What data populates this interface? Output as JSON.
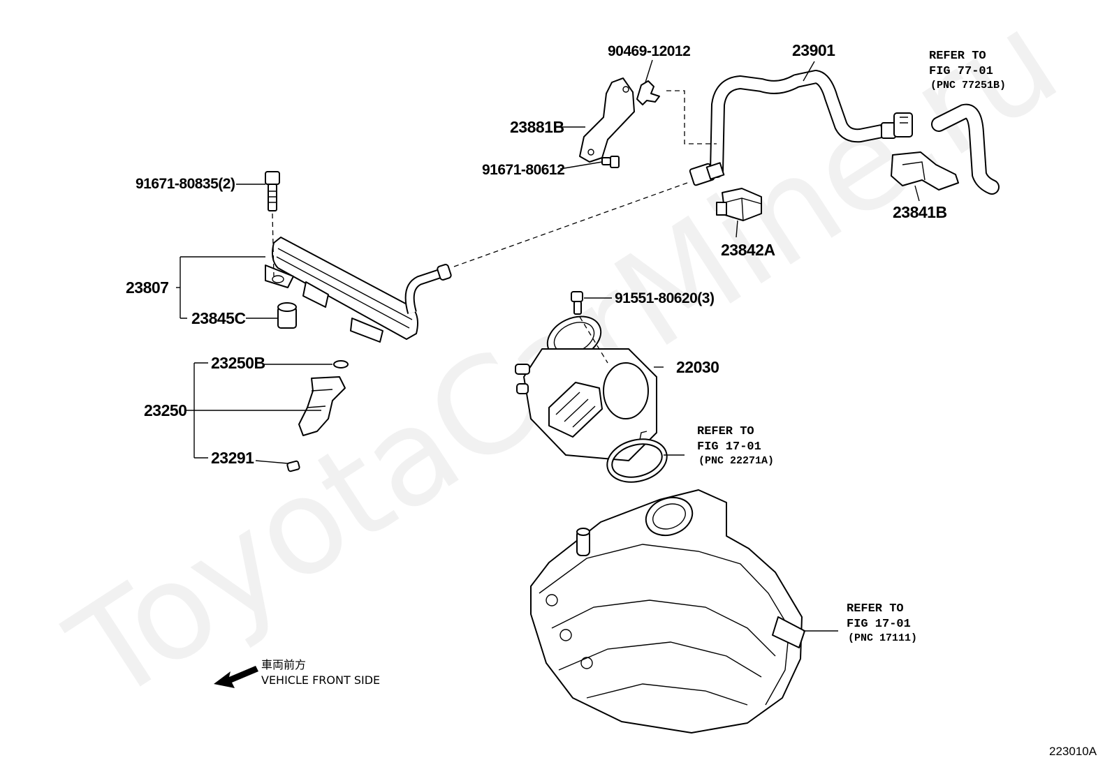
{
  "watermark": "ToyotaCarMine.ru",
  "figure_id": "223010A",
  "front_indicator": {
    "jp": "車両前方",
    "en": "VEHICLE FRONT SIDE",
    "arrow_icon": "arrow-left-down-icon"
  },
  "parts": [
    {
      "id": "p90469",
      "label": "90469-12012"
    },
    {
      "id": "p23901",
      "label": "23901"
    },
    {
      "id": "p23881B",
      "label": "23881B"
    },
    {
      "id": "p91671_80612",
      "label": "91671-80612"
    },
    {
      "id": "p91671_80835",
      "label": "91671-80835(2)"
    },
    {
      "id": "p23841B",
      "label": "23841B"
    },
    {
      "id": "p23842A",
      "label": "23842A"
    },
    {
      "id": "p23807",
      "label": "23807"
    },
    {
      "id": "p23845C",
      "label": "23845C"
    },
    {
      "id": "p91551",
      "label": "91551-80620(3)"
    },
    {
      "id": "p22030",
      "label": "22030"
    },
    {
      "id": "p23250B",
      "label": "23250B"
    },
    {
      "id": "p23250",
      "label": "23250"
    },
    {
      "id": "p23291",
      "label": "23291"
    }
  ],
  "refers": [
    {
      "line1": "REFER TO",
      "line2": "FIG 77-01",
      "line3": "(PNC 77251B)"
    },
    {
      "line1": "REFER TO",
      "line2": "FIG 17-01",
      "line3": "(PNC 22271A)"
    },
    {
      "line1": "REFER TO",
      "line2": "FIG 17-01",
      "line3": "(PNC 17111)"
    }
  ]
}
